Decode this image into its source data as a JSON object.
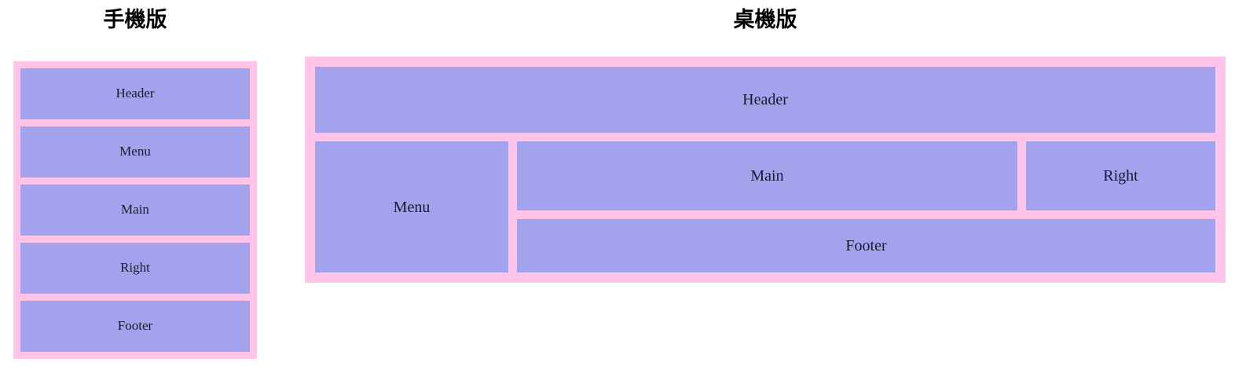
{
  "page": {
    "background_color": "#ffffff",
    "box_fill_color": "#a3a3ed",
    "container_color": "#ffc4e8",
    "label_color": "#1a1a2e",
    "title_color": "#000000"
  },
  "sections": [
    {
      "id": "mobile",
      "title": "手機版",
      "layout": "stacked-single-column",
      "blocks": [
        {
          "key": "header",
          "label": "Header"
        },
        {
          "key": "menu",
          "label": "Menu"
        },
        {
          "key": "main",
          "label": "Main"
        },
        {
          "key": "right",
          "label": "Right"
        },
        {
          "key": "footer",
          "label": "Footer"
        }
      ]
    },
    {
      "id": "desktop",
      "title": "桌機版",
      "layout": "header-sidebar-main-right-footer",
      "blocks": [
        {
          "key": "header",
          "label": "Header"
        },
        {
          "key": "menu",
          "label": "Menu"
        },
        {
          "key": "main",
          "label": "Main"
        },
        {
          "key": "right",
          "label": "Right"
        },
        {
          "key": "footer",
          "label": "Footer"
        }
      ]
    }
  ],
  "mobile": {
    "title": "手機版",
    "header_label": "Header",
    "menu_label": "Menu",
    "main_label": "Main",
    "right_label": "Right",
    "footer_label": "Footer"
  },
  "desktop": {
    "title": "桌機版",
    "header_label": "Header",
    "menu_label": "Menu",
    "main_label": "Main",
    "right_label": "Right",
    "footer_label": "Footer"
  }
}
